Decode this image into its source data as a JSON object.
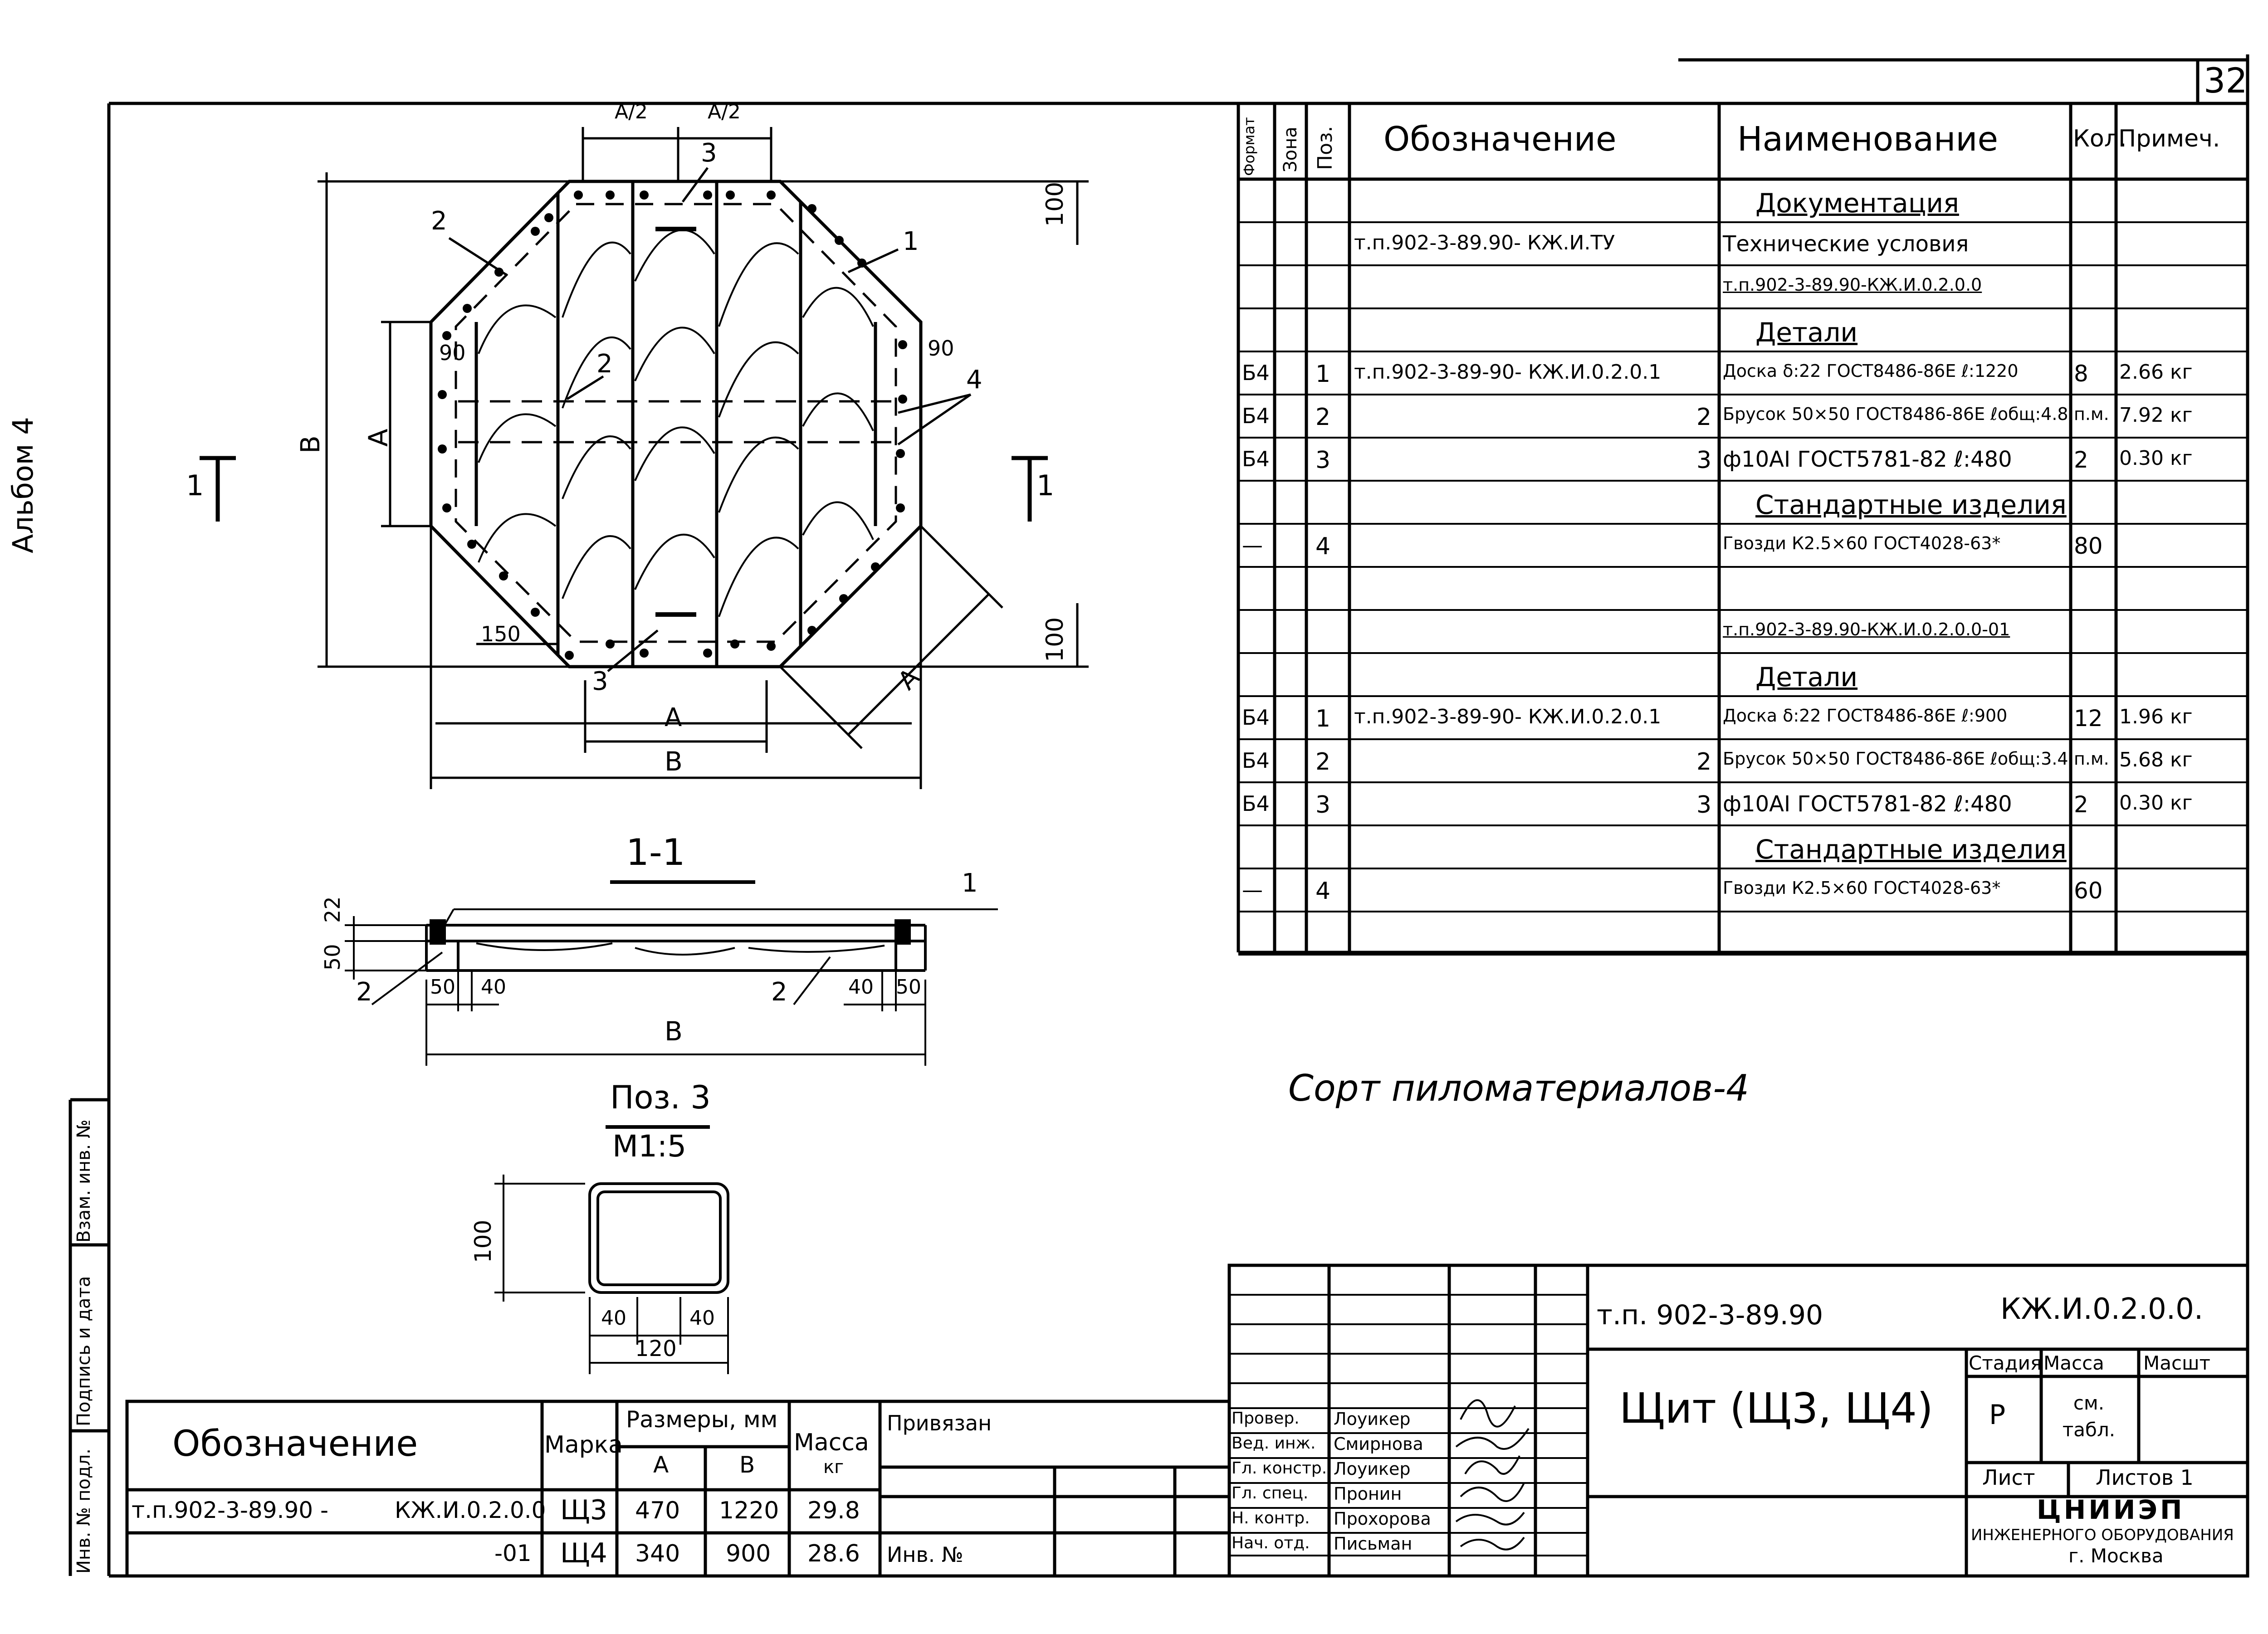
{
  "sheet": {
    "page_number": "32",
    "album_label": "Альбом 4",
    "lumber_grade": "Сорт пиломатериалов-4"
  },
  "drawing": {
    "labels": {
      "a": "А",
      "a2": "А/2",
      "b": "В",
      "dim100_top": "100",
      "dim100_bottom": "100",
      "dim90_left": "90",
      "dim90_right": "90",
      "dim150": "150",
      "pos1": "1",
      "pos2a": "2",
      "pos2b": "2",
      "pos3a": "3",
      "pos3b": "3",
      "pos4": "4",
      "sec_mark_left": "1",
      "sec_mark_right": "1"
    },
    "section": {
      "title": "1-1",
      "dim50": "50",
      "dim22": "22",
      "dim50_left": "50",
      "dim40_left": "40",
      "dim40_right": "40",
      "dim50_right": "50",
      "pos2_left": "2",
      "pos2_right": "2",
      "pos1": "1",
      "b": "В"
    },
    "pos3": {
      "title": "Поз. 3",
      "scale": "М1:5",
      "dim100": "100",
      "dim40a": "40",
      "dim40b": "40",
      "dim120": "120"
    }
  },
  "spec": {
    "headers": [
      "Формат",
      "Зона",
      "Поз.",
      "Обозначение",
      "Наименование",
      "Кол.",
      "Примеч."
    ],
    "rows": [
      {
        "format": "",
        "zone": "",
        "pos": "",
        "code": "",
        "name": "Документация",
        "qty": "",
        "note": "",
        "heading": true
      },
      {
        "format": "",
        "zone": "",
        "pos": "",
        "code": "т.п.902-3-89.90- КЖ.И.ТУ",
        "name": "Технические условия",
        "qty": "",
        "note": ""
      },
      {
        "format": "",
        "zone": "",
        "pos": "",
        "code": "",
        "name": "т.п.902-3-89.90-КЖ.И.0.2.0.0",
        "qty": "",
        "note": "",
        "underline": true
      },
      {
        "format": "",
        "zone": "",
        "pos": "",
        "code": "",
        "name": "Детали",
        "qty": "",
        "note": "",
        "heading": true
      },
      {
        "format": "Б4",
        "zone": "",
        "pos": "1",
        "code": "т.п.902-3-89-90- КЖ.И.0.2.0.1",
        "name": "Доска δ:22 ГОСТ8486-86Е ℓ:1220",
        "qty": "8",
        "note": "2.66 кг"
      },
      {
        "format": "Б4",
        "zone": "",
        "pos": "2",
        "code": "2",
        "name": "Брусок 50×50 ГОСТ8486-86Е ℓобщ:4.8",
        "qty": "п.м.",
        "note": "7.92 кг"
      },
      {
        "format": "Б4",
        "zone": "",
        "pos": "3",
        "code": "3",
        "name": "ф10АI ГОСТ5781-82 ℓ:480",
        "qty": "2",
        "note": "0.30 кг"
      },
      {
        "format": "",
        "zone": "",
        "pos": "",
        "code": "",
        "name": "Стандартные изделия",
        "qty": "",
        "note": "",
        "heading": true
      },
      {
        "format": "—",
        "zone": "",
        "pos": "4",
        "code": "",
        "name": "Гвозди К2.5×60 ГОСТ4028-63*",
        "qty": "80",
        "note": ""
      },
      {
        "format": "",
        "zone": "",
        "pos": "",
        "code": "",
        "name": "",
        "qty": "",
        "note": ""
      },
      {
        "format": "",
        "zone": "",
        "pos": "",
        "code": "",
        "name": "т.п.902-3-89.90-КЖ.И.0.2.0.0-01",
        "qty": "",
        "note": "",
        "underline": true
      },
      {
        "format": "",
        "zone": "",
        "pos": "",
        "code": "",
        "name": "Детали",
        "qty": "",
        "note": "",
        "heading": true
      },
      {
        "format": "Б4",
        "zone": "",
        "pos": "1",
        "code": "т.п.902-3-89-90- КЖ.И.0.2.0.1",
        "name": "Доска δ:22 ГОСТ8486-86Е ℓ:900",
        "qty": "12",
        "note": "1.96 кг"
      },
      {
        "format": "Б4",
        "zone": "",
        "pos": "2",
        "code": "2",
        "name": "Брусок 50×50 ГОСТ8486-86Е ℓобщ:3.4",
        "qty": "п.м.",
        "note": "5.68 кг"
      },
      {
        "format": "Б4",
        "zone": "",
        "pos": "3",
        "code": "3",
        "name": "ф10АI ГОСТ5781-82 ℓ:480",
        "qty": "2",
        "note": "0.30 кг"
      },
      {
        "format": "",
        "zone": "",
        "pos": "",
        "code": "",
        "name": "Стандартные изделия",
        "qty": "",
        "note": "",
        "heading": true
      },
      {
        "format": "—",
        "zone": "",
        "pos": "4",
        "code": "",
        "name": "Гвозди К2.5×60 ГОСТ4028-63*",
        "qty": "60",
        "note": ""
      },
      {
        "format": "",
        "zone": "",
        "pos": "",
        "code": "",
        "name": "",
        "qty": "",
        "note": ""
      }
    ]
  },
  "marks_table": {
    "headers": {
      "code": "Обозначение",
      "mark": "Марка",
      "dims": "Размеры, мм",
      "dim_a": "А",
      "dim_b": "В",
      "mass": "Масса",
      "mass_unit": "кг"
    },
    "rows": [
      {
        "code": "т.п.902-3-89.90 -",
        "code2": "КЖ.И.0.2.0.0",
        "mark": "Щ3",
        "a": "470",
        "b": "1220",
        "mass": "29.8"
      },
      {
        "code": "",
        "code2": "-01",
        "mark": "Щ4",
        "a": "340",
        "b": "900",
        "mass": "28.6"
      }
    ]
  },
  "side_stamp": {
    "inv_orig": "Инв. № подл.",
    "sign_date": "Подпись и дата",
    "replace_inv": "Взам. инв. №"
  },
  "binding": {
    "label": "Привязан",
    "inv": "Инв. №"
  },
  "title_block": {
    "project": "т.п. 902-3-89.90",
    "doc_code": "КЖ.И.0.2.0.0.",
    "title": "Щит (Щ3, Щ4)",
    "stage_label": "Стадия",
    "mass_label": "Масса",
    "scale_label": "Масшт",
    "stage": "Р",
    "mass": "см. табл.",
    "sheet_label": "Лист",
    "sheets_label": "Листов 1",
    "org_name": "ЦНИИЭП",
    "org_sub": "инженерного оборудования",
    "org_city": "г. Москва",
    "people": [
      {
        "role": "Провер.",
        "name": "Лоуикер"
      },
      {
        "role": "Вед. инж.",
        "name": "Смирнова"
      },
      {
        "role": "Гл. констр.",
        "name": "Лоуикер"
      },
      {
        "role": "Гл. спец.",
        "name": "Пронин"
      },
      {
        "role": "Н. контр.",
        "name": "Прохорова"
      },
      {
        "role": "Нач. отд.",
        "name": "Письман"
      }
    ]
  }
}
